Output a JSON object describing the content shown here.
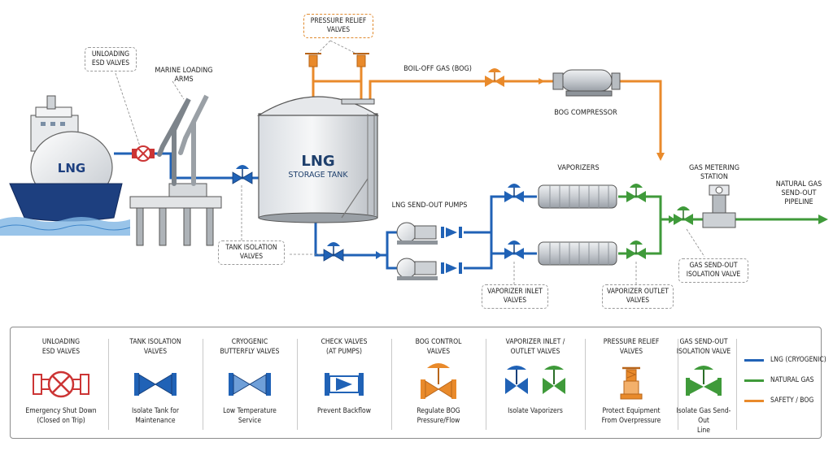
{
  "colors": {
    "lng": "#2062b6",
    "gas": "#3f9a3a",
    "bog": "#e98a2b",
    "esd": "#cc3535"
  },
  "ship": {
    "label": "LNG"
  },
  "tank": {
    "title": "LNG",
    "subtitle": "STORAGE TANK"
  },
  "labels": {
    "unloading_esd": "UNLOADING\nESD VALVES",
    "marine_arms": "MARINE LOADING\nARMS",
    "pressure_relief": "PRESSURE RELIEF\nVALVES",
    "boil_off": "BOIL-OFF GAS (BOG)",
    "bog_compressor": "BOG COMPRESSOR",
    "vaporizers": "VAPORIZERS",
    "send_out_pumps": "LNG SEND-OUT PUMPS",
    "metering": "GAS METERING\nSTATION",
    "pipeline": "NATURAL GAS\nSEND-OUT\nPIPELINE",
    "tank_isolation": "TANK ISOLATION\nVALVES",
    "vaporizer_inlet": "VAPORIZER INLET\nVALVES",
    "vaporizer_outlet": "VAPORIZER OUTLET\nVALVES",
    "gas_sendout_iso": "GAS SEND-OUT\nISOLATION VALVE"
  },
  "legend": {
    "items": [
      {
        "title": "UNLOADING\nESD VALVES",
        "desc": "Emergency Shut Down\n(Closed on Trip)"
      },
      {
        "title": "TANK ISOLATION\nVALVES",
        "desc": "Isolate Tank for\nMaintenance"
      },
      {
        "title": "CRYOGENIC\nBUTTERFLY VALVES",
        "desc": "Low Temperature\nService"
      },
      {
        "title": "CHECK VALVES\n(AT PUMPS)",
        "desc": "Prevent Backflow"
      },
      {
        "title": "BOG CONTROL\nVALVES",
        "desc": "Regulate BOG\nPressure/Flow"
      },
      {
        "title": "VAPORIZER INLET /\nOUTLET VALVES",
        "desc": "Isolate Vaporizers"
      },
      {
        "title": "PRESSURE RELIEF\nVALVES",
        "desc": "Protect Equipment\nFrom Overpressure"
      },
      {
        "title": "GAS SEND-OUT\nISOLATION VALVE",
        "desc": "Isolate Gas Send-Out\nLine"
      }
    ],
    "key": [
      {
        "label": "LNG (CRYOGENIC)"
      },
      {
        "label": "NATURAL GAS"
      },
      {
        "label": "SAFETY / BOG"
      }
    ]
  }
}
